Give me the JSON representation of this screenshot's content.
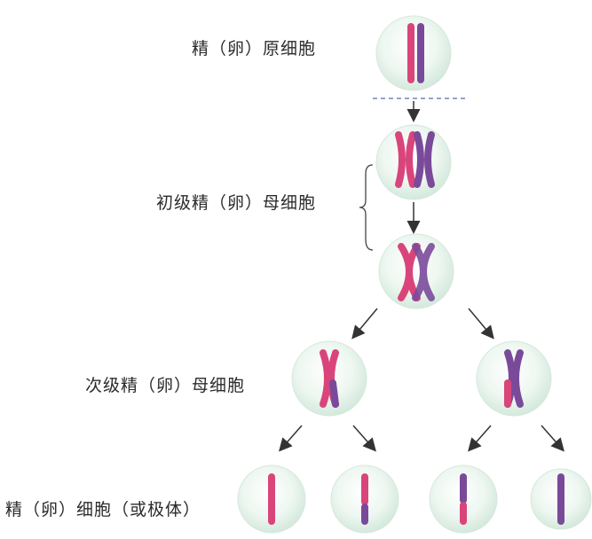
{
  "labels": {
    "spermatogonium": "精（卵）原细胞",
    "primary": "初级精（卵）母细胞",
    "secondary": "次级精（卵）母细胞",
    "gamete": "精（卵）细胞（或极体）"
  },
  "colors": {
    "pink": "#d9457a",
    "purple": "#7a4a9a",
    "cell_fill": "#e6f3ec",
    "cell_edge": "#c9e2d4",
    "arrow": "#333333",
    "dash": "#6a86b8"
  }
}
